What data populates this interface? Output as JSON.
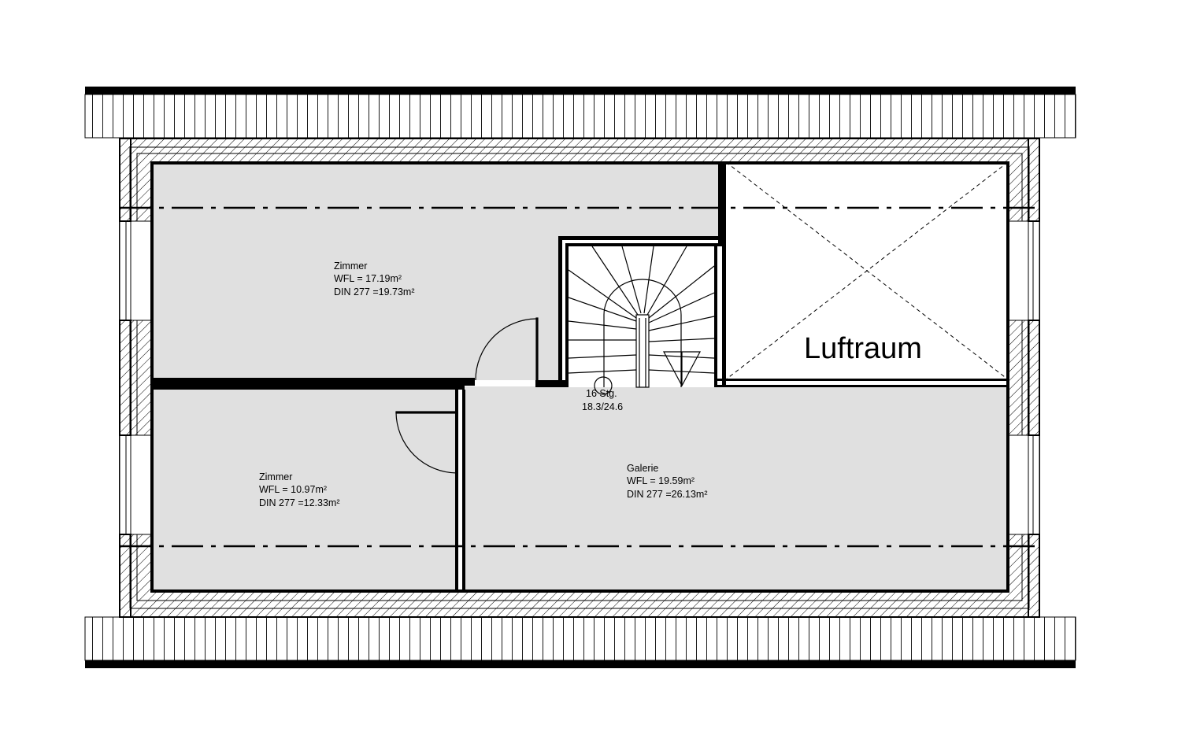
{
  "rooms": [
    {
      "name": "Zimmer",
      "wfl": "WFL = 17.19m²",
      "din": "DIN 277 =19.73m²"
    },
    {
      "name": "Zimmer",
      "wfl": "WFL = 10.97m²",
      "din": "DIN 277 =12.33m²"
    },
    {
      "name": "Galerie",
      "wfl": "WFL = 19.59m²",
      "din": "DIN 277 =26.13m²"
    }
  ],
  "void": {
    "label": "Luftraum"
  },
  "stair": {
    "steps": "16 Stg.",
    "ratio": "18.3/24.6"
  },
  "colors": {
    "room_fill": "#e0e0e0",
    "line": "#000000",
    "background": "#ffffff"
  }
}
